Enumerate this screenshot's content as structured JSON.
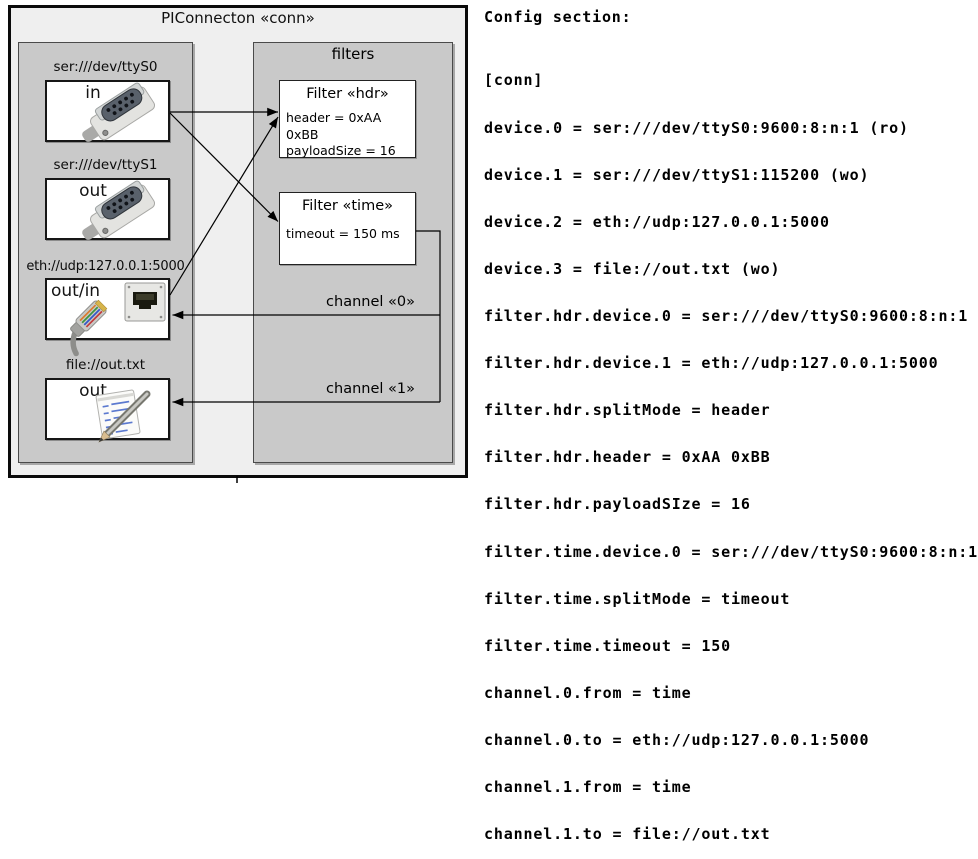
{
  "diagram": {
    "title": "PIConnecton «conn»",
    "filters_title": "filters",
    "devices": [
      {
        "label": "ser:///dev/ttyS0",
        "port": "in",
        "icon": "db9-serial-connector"
      },
      {
        "label": "ser:///dev/ttyS1",
        "port": "out",
        "icon": "db9-serial-connector"
      },
      {
        "label": "eth://udp:127.0.0.1:5000",
        "port": "out/in",
        "icon": "rj45-ethernet"
      },
      {
        "label": "file://out.txt",
        "port": "out",
        "icon": "notepad-pencil"
      }
    ],
    "filters": [
      {
        "title": "Filter «hdr»",
        "line1": "header = 0xAA 0xBB",
        "line2": "payloadSize = 16"
      },
      {
        "title": "Filter «time»",
        "line1": "timeout = 150 ms"
      }
    ],
    "channels": [
      {
        "label": "channel «0»"
      },
      {
        "label": "channel «1»"
      }
    ]
  },
  "config": {
    "heading": "Config section:",
    "lines": [
      "[conn]",
      "device.0 = ser:///dev/ttyS0:9600:8:n:1 (ro)",
      "device.1 = ser:///dev/ttyS1:115200 (wo)",
      "device.2 = eth://udp:127.0.0.1:5000",
      "device.3 = file://out.txt (wo)",
      "filter.hdr.device.0 = ser:///dev/ttyS0:9600:8:n:1",
      "filter.hdr.device.1 = eth://udp:127.0.0.1:5000",
      "filter.hdr.splitMode = header",
      "filter.hdr.header = 0xAA 0xBB",
      "filter.hdr.payloadSIze = 16",
      "filter.time.device.0 = ser:///dev/ttyS0:9600:8:n:1",
      "filter.time.splitMode = timeout",
      "filter.time.timeout = 150",
      "channel.0.from = time",
      "channel.0.to = eth://udp:127.0.0.1:5000",
      "channel.1.from = time",
      "channel.1.to = file://out.txt"
    ]
  },
  "colors": {
    "outer_fill": "#efefef",
    "group_fill": "#c9c9c9",
    "box_fill": "#ffffff",
    "line": "#000000"
  }
}
